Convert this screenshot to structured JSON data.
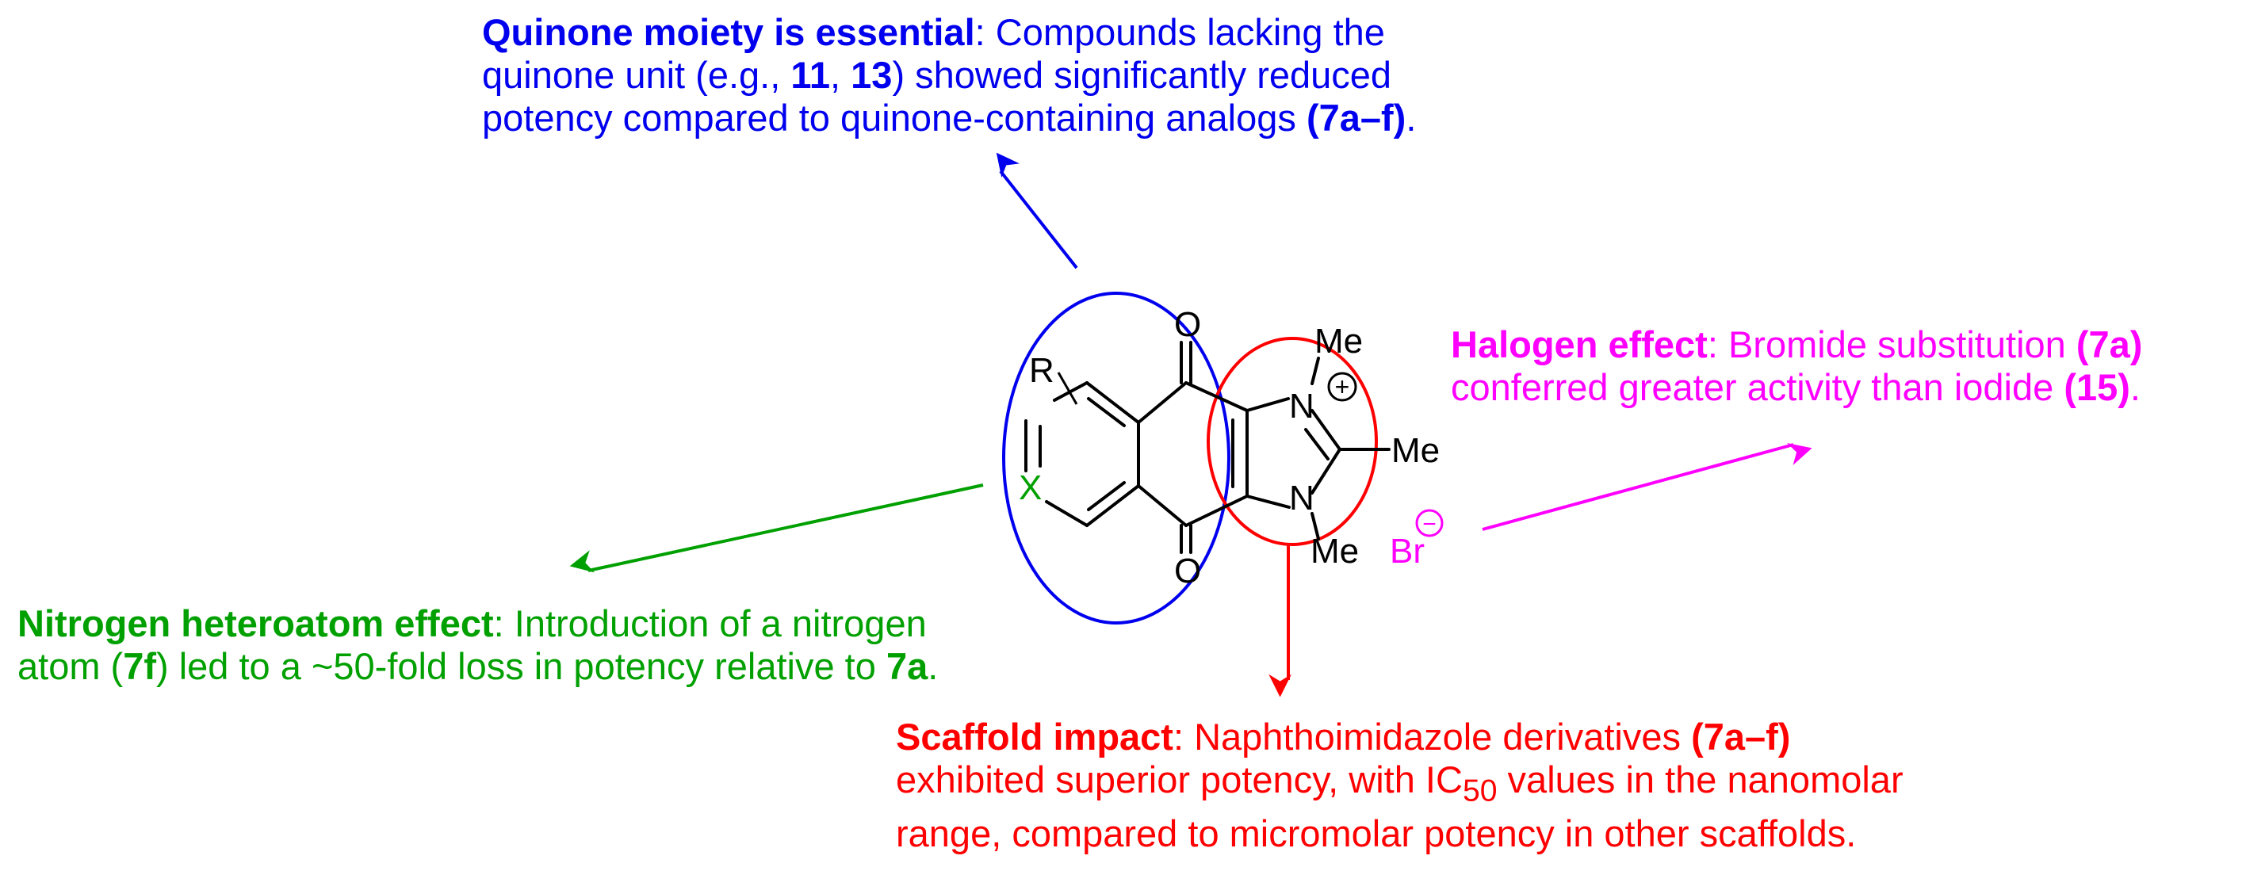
{
  "quinone_note": {
    "heading": "Quinone moiety is essential",
    "l1_text": ": Compounds lacking the",
    "l2_pre": "quinone  unit (e.g., ",
    "l2_c1": "11",
    "l2_sep": ", ",
    "l2_c2": "13",
    "l2_post": ") showed significantly reduced",
    "l3_pre": "potency compared to quinone-containing analogs ",
    "l3_c": "(7a–f)",
    "l3_post": "."
  },
  "halogen_note": {
    "heading": "Halogen effect",
    "l1_text": ": Bromide substitution ",
    "l1_c": "(7a)",
    "l2_pre": "conferred greater activity than iodide ",
    "l2_c": "(15)",
    "l2_post": "."
  },
  "nitrogen_note": {
    "heading": "Nitrogen heteroatom effect",
    "l1_text": ": Introduction of a nitrogen",
    "l2_pre": "atom (",
    "l2_c1": "7f",
    "l2_mid": ") led to a ~50-fold loss in potency relative to ",
    "l2_c2": "7a",
    "l2_post": "."
  },
  "scaffold_note": {
    "heading": "Scaffold impact",
    "l1_text": ": Naphthoimidazole derivatives ",
    "l1_c": "(7a–f)",
    "l2_pre": "exhibited superior potency, with IC",
    "l2_sub": "50",
    "l2_post": " values in the nanomolar",
    "l3": "range, compared to micromolar potency in other scaffolds."
  },
  "structure": {
    "atom_R": "R",
    "atom_X": "X",
    "atom_O_top": "O",
    "atom_O_bottom": "O",
    "atom_N_top": "N",
    "atom_N_bottom": "N",
    "me_top": "Me",
    "me_right": "Me",
    "me_bottom": "Me",
    "plus_charge": "+",
    "counterion": "Br",
    "minus_charge": "−"
  },
  "colors": {
    "quinone": "#0000ee",
    "nitrogen": "#00a000",
    "halogen": "#ff00ff",
    "scaffold": "#ff0000",
    "bonds": "#000000"
  }
}
